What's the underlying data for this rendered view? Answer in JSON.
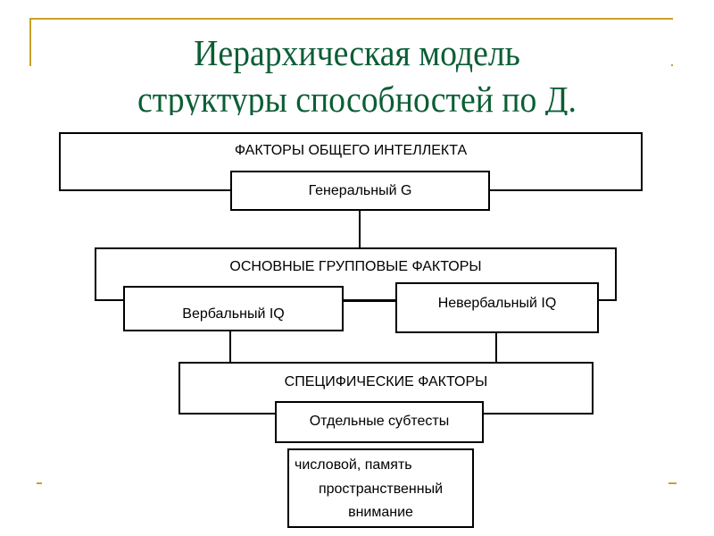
{
  "slide": {
    "title_line1": "Иерархическая модель",
    "title_line2": "структуры способностей по Д.",
    "colors": {
      "title": "#0b5e35",
      "accent": "#c9a227",
      "lines": "#000000"
    }
  },
  "diagram": {
    "general_factors": "ФАКТОРЫ ОБЩЕГО ИНТЕЛЛЕКТА",
    "general_g": "Генеральный G",
    "group_factors": "ОСНОВНЫЕ ГРУППОВЫЕ ФАКТОРЫ",
    "verbal_iq": "Вербальный IQ",
    "nonverbal_iq": "Невербальный IQ",
    "specific_factors": "СПЕЦИФИЧЕСКИЕ ФАКТОРЫ",
    "subtests": "Отдельные субтесты",
    "examples": [
      "числовой, память",
      "пространственный",
      "внимание"
    ]
  }
}
